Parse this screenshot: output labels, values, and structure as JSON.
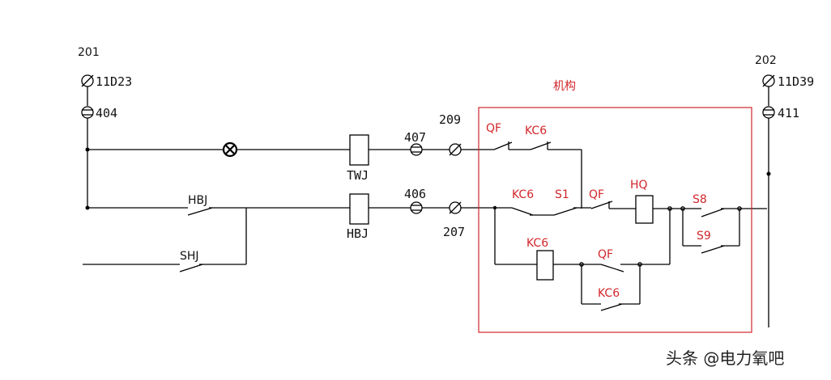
{
  "colors": {
    "line": "#000000",
    "mechanism": "#d2262b"
  },
  "terminals": {
    "left_top": "201",
    "left_terminal": "11D23",
    "left_fuse": "404",
    "right_top": "202",
    "right_terminal": "11D39",
    "right_fuse": "411"
  },
  "wires": {
    "top_fuse": "407",
    "top_terminal": "209",
    "bottom_fuse": "406",
    "bottom_terminal": "207"
  },
  "contacts": {
    "hbj_contact": "HBJ",
    "shj_contact": "SHJ",
    "twj_coil": "TWJ",
    "hbj_coil": "HBJ"
  },
  "mechanism": {
    "title": "机构",
    "qf1": "QF",
    "kc6_1": "KC6",
    "kc6_2": "KC6",
    "s1": "S1",
    "qf2": "QF",
    "hq": "HQ",
    "s8": "S8",
    "s9": "S9",
    "kc6_coil": "KC6",
    "qf3": "QF",
    "kc6_3": "KC6"
  },
  "icons": [
    "lamp-icon",
    "fuse-icon",
    "terminal-icon"
  ],
  "watermark": "头条 @电力氧吧"
}
